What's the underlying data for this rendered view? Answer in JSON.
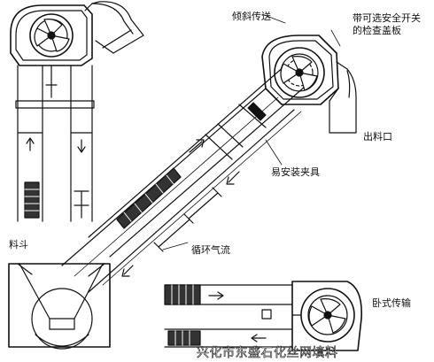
{
  "labels": {
    "inclined": "倾斜传送",
    "cover": "带可选安全开关的检查盖板",
    "outlet": "出料口",
    "clamp": "易安装夹具",
    "hopper": "料斗",
    "airflow": "循环气流",
    "horizontal": "卧式传输"
  },
  "watermark": "兴化市东盛石化丝网填料",
  "colors": {
    "line": "#111111",
    "background": "#ffffff"
  }
}
